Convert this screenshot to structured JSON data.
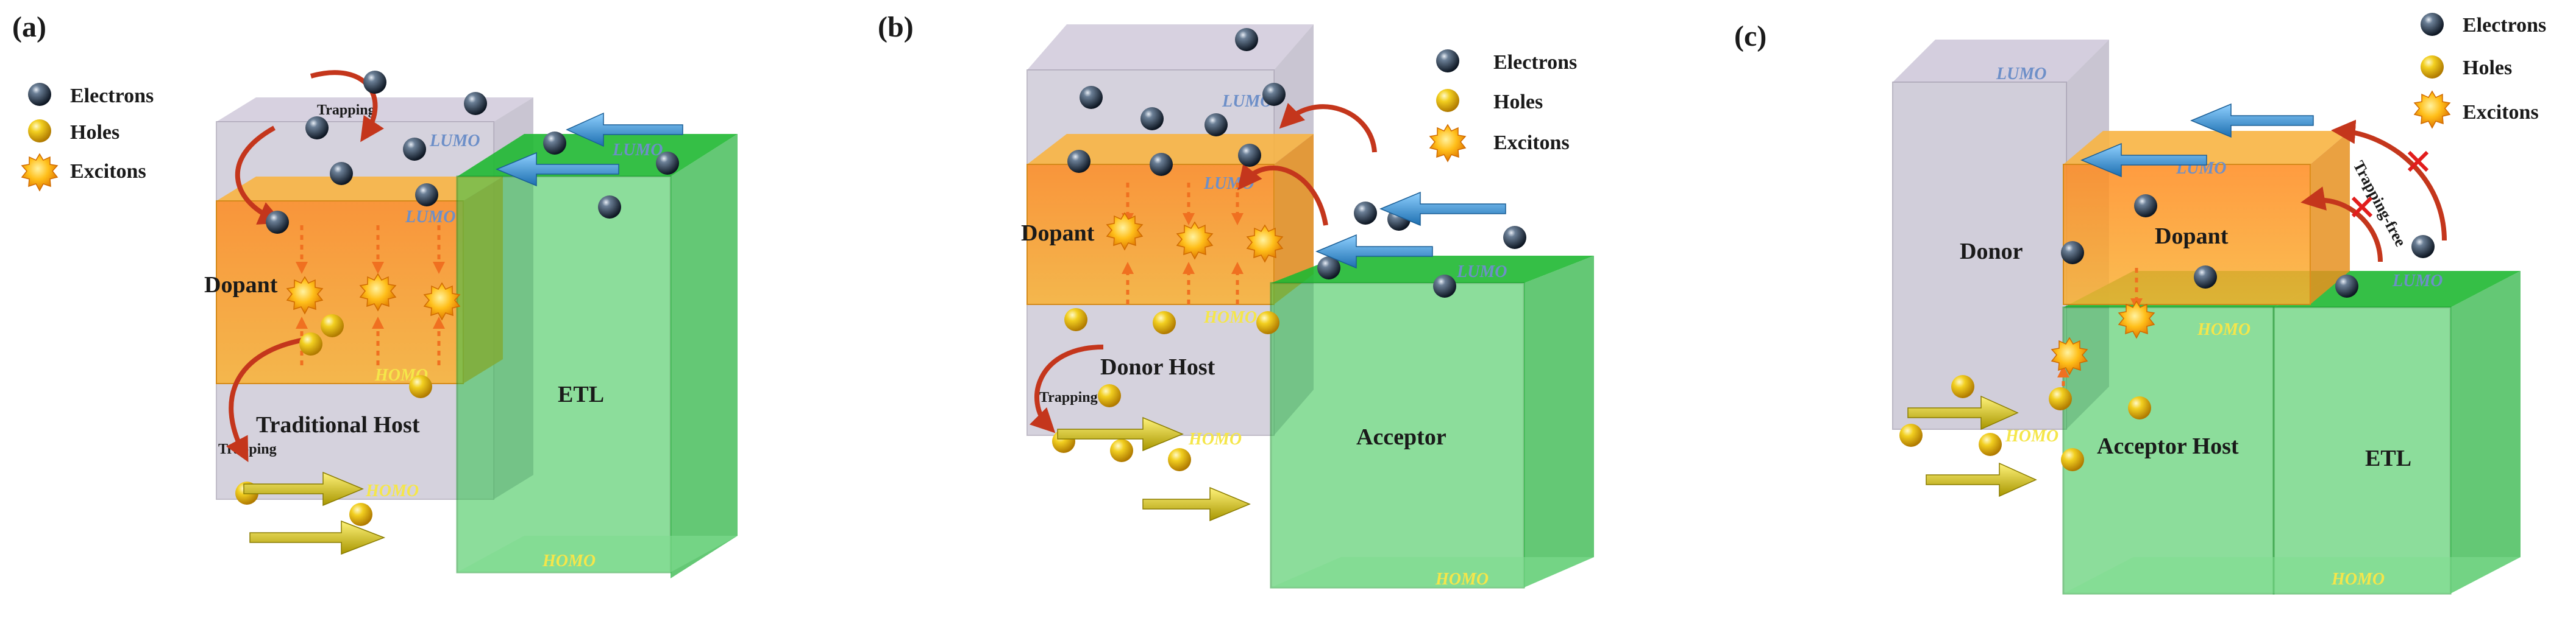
{
  "panels": {
    "a": {
      "label": "(a)",
      "legend": {
        "electrons": "Electrons",
        "holes": "Holes",
        "excitons": "Excitons"
      },
      "dopant": "Dopant",
      "host": "Traditional Host",
      "etl": "ETL",
      "trapping_top": "Trapping",
      "trapping_bottom": "Trapping",
      "lumo_host": "LUMO",
      "lumo_dopant": "LUMO",
      "lumo_etl": "LUMO",
      "homo_dopant": "HOMO",
      "homo_host": "HOMO",
      "homo_etl": "HOMO"
    },
    "b": {
      "label": "(b)",
      "legend": {
        "electrons": "Electrons",
        "holes": "Holes",
        "excitons": "Excitons"
      },
      "dopant": "Dopant",
      "donor_host": "Donor Host",
      "acceptor": "Acceptor",
      "trapping": "Trapping",
      "lumo_host": "LUMO",
      "lumo_dopant": "LUMO",
      "lumo_acceptor": "LUMO",
      "homo_dopant": "HOMO",
      "homo_host": "HOMO",
      "homo_acceptor": "HOMO"
    },
    "c": {
      "label": "(c)",
      "legend": {
        "electrons": "Electrons",
        "holes": "Holes",
        "excitons": "Excitons"
      },
      "donor": "Donor",
      "dopant": "Dopant",
      "acceptor_host": "Acceptor Host",
      "etl": "ETL",
      "trapping_free": "Trapping-free",
      "lumo_donor": "LUMO",
      "lumo_dopant": "LUMO",
      "lumo_etl": "LUMO",
      "homo_dopant": "HOMO",
      "homo_donor": "HOMO",
      "homo_etl": "HOMO"
    }
  },
  "colors": {
    "gray_block": "#b4aec2",
    "dopant_block": "#f7a21d",
    "green_block": "#2fc24a",
    "electron": "#1c2a3c",
    "hole": "#e6b400",
    "exciton": "#f7a000",
    "blue_arrow": "#2a8fd0",
    "yellow_arrow": "#c8b800",
    "lumo_text": "#6d8fc8",
    "homo_text": "#f5e64a",
    "red_arrow": "#c4361c"
  }
}
